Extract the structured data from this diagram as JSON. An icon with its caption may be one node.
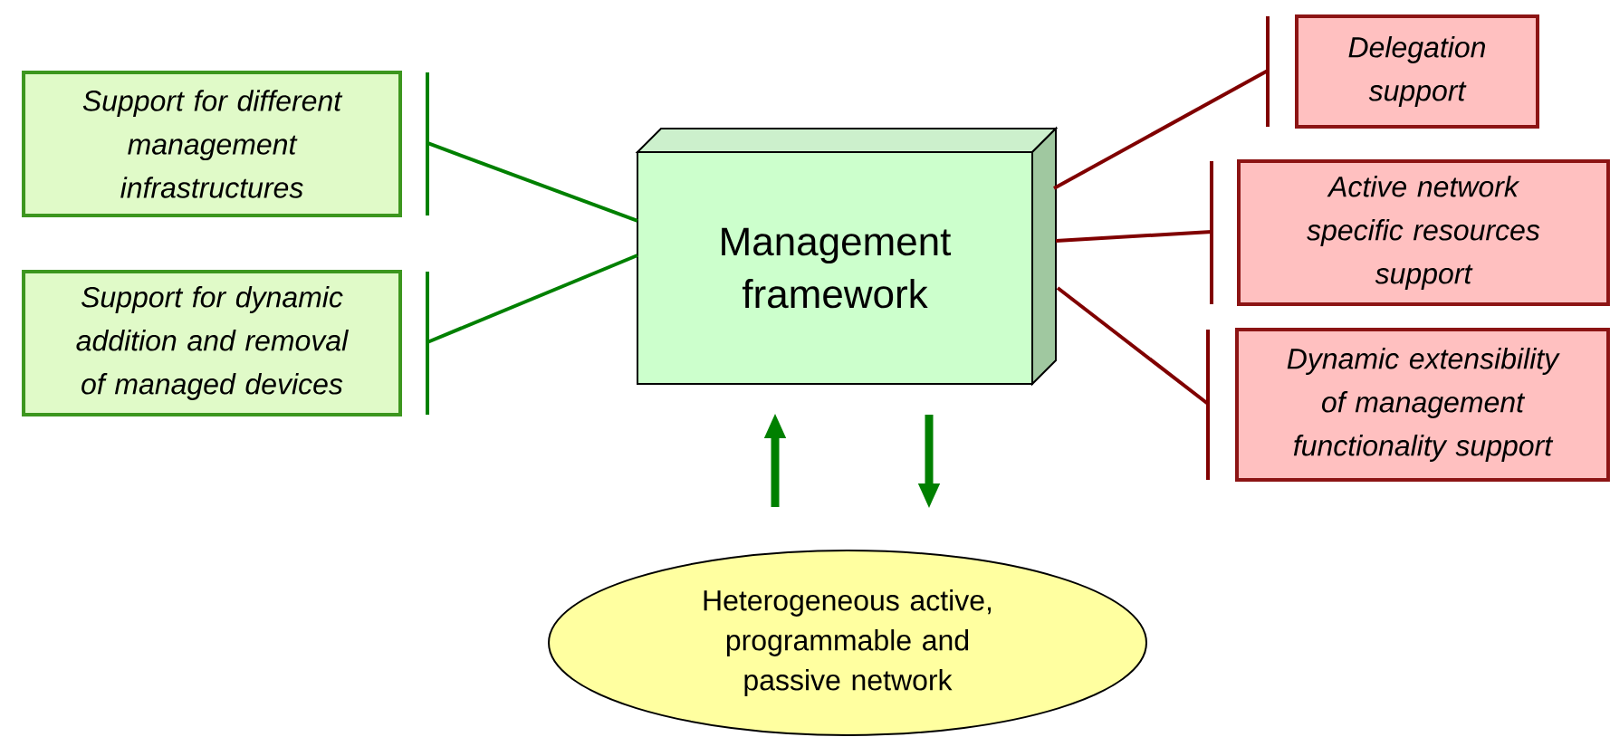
{
  "diagram": {
    "nodes": [
      {
        "text": [
          "Support for different management infrastructures"
        ]
      },
      {
        "text": [
          "Support for dynamic addition and removal of managed devices"
        ]
      },
      {
        "text": [
          "Management framework"
        ]
      },
      {
        "text": [
          "Delegation support"
        ]
      },
      {
        "text": [
          "Active network specific resources support"
        ]
      },
      {
        "text": [
          "Dynamic extensibility of management functionality support"
        ]
      },
      {
        "text": [
          "Heterogeneous active, programmable and passive network"
        ]
      }
    ],
    "edges": [
      {
        "from": 2,
        "to": 0,
        "arrow": "none"
      },
      {
        "from": 2,
        "to": 1,
        "arrow": "none"
      },
      {
        "from": 2,
        "to": 3,
        "arrow": "none",
        "color": "#800000"
      },
      {
        "from": 2,
        "to": 4,
        "arrow": "none",
        "color": "#800000"
      },
      {
        "from": 2,
        "to": 5,
        "arrow": "none",
        "color": "#800000"
      },
      {
        "from": 6,
        "to": 2,
        "arrow": "to",
        "style": "thick"
      },
      {
        "from": 2,
        "to": 6,
        "arrow": "to",
        "style": "thick"
      }
    ]
  }
}
